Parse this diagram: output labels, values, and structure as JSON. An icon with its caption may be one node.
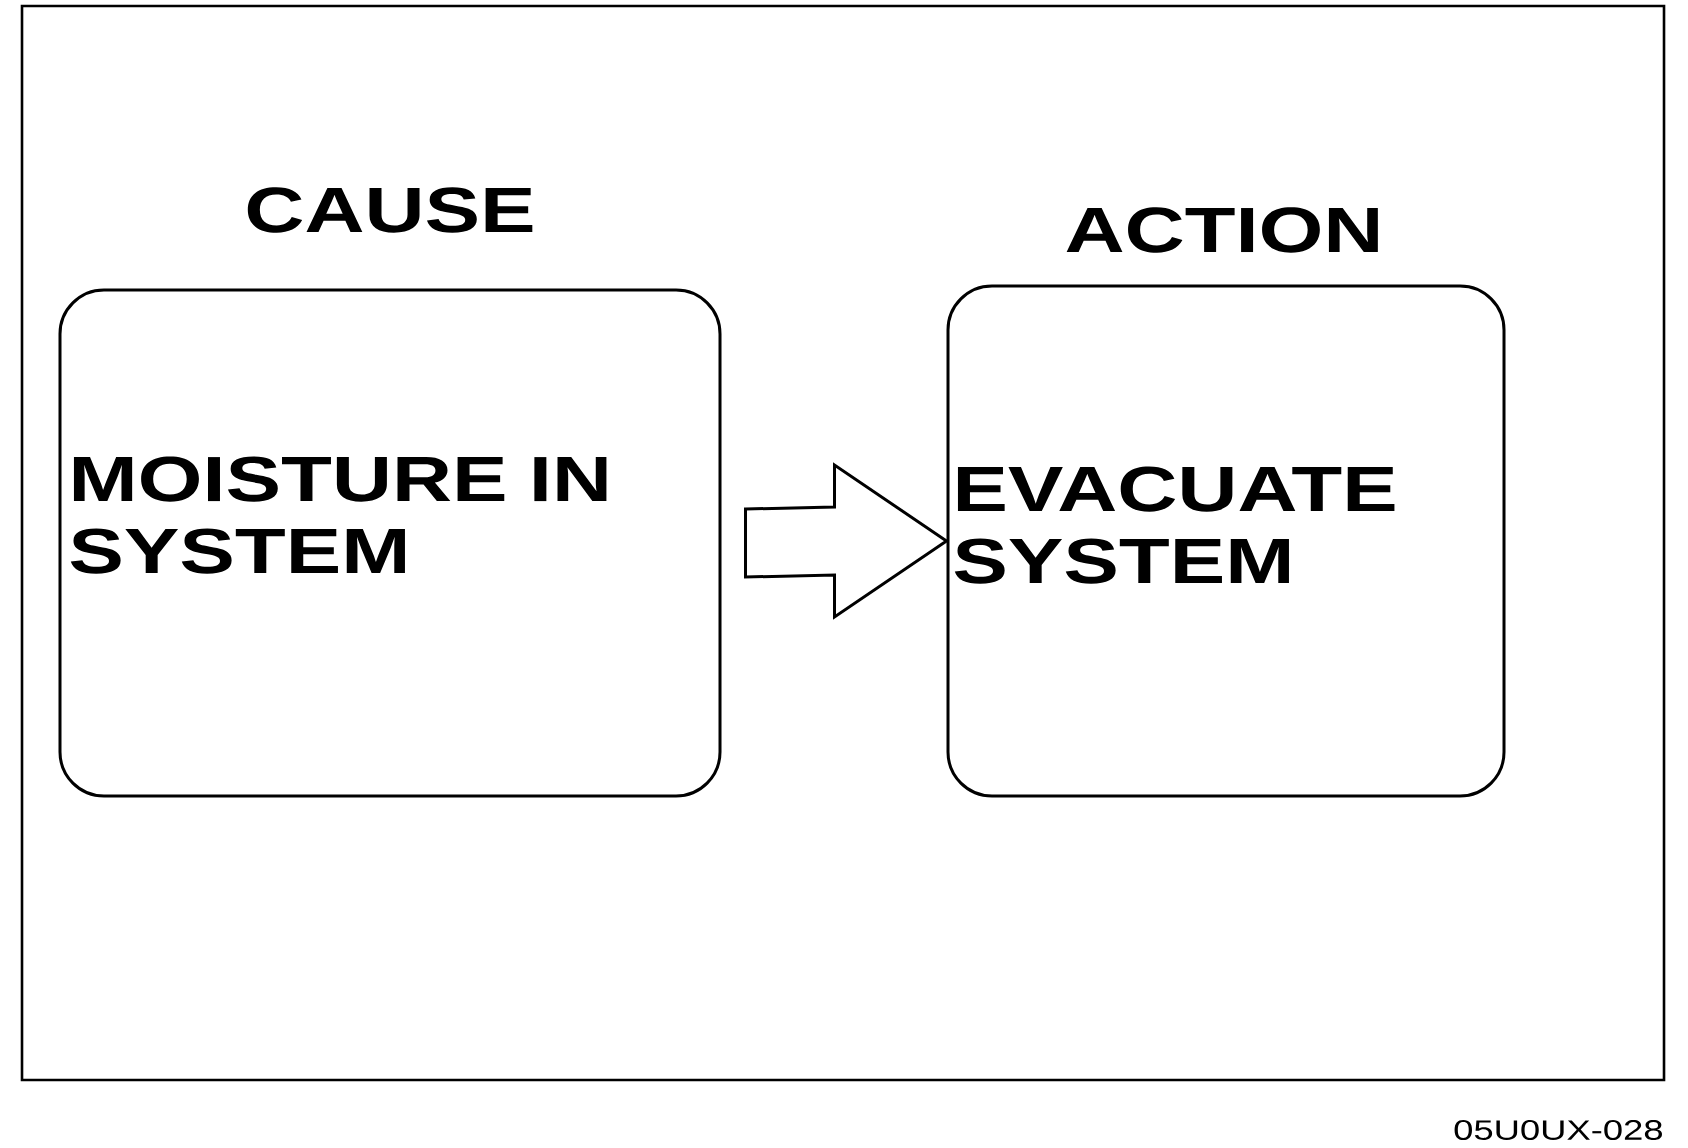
{
  "diagram": {
    "nodes": [
      {
        "text": [
          "CAUSE",
          "MOISTURE IN SYSTEM"
        ]
      },
      {
        "text": [
          "ACTION",
          "EVACUATE SYSTEM"
        ]
      }
    ],
    "edges": [
      {
        "from": 0,
        "to": 1,
        "arrow": "to"
      }
    ],
    "labels": [
      "05U0UX-028"
    ]
  }
}
